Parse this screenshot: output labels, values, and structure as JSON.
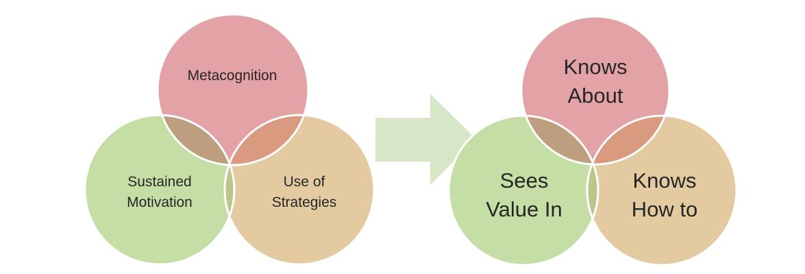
{
  "left_diagram": {
    "top": {
      "label": "Metacognition"
    },
    "left": {
      "line1": "Sustained",
      "line2": "Motivation"
    },
    "right": {
      "line1": "Use of",
      "line2": "Strategies"
    }
  },
  "right_diagram": {
    "top": {
      "line1": "Knows",
      "line2": "About"
    },
    "left": {
      "line1": "Sees",
      "line2": "Value In"
    },
    "right": {
      "line1": "Knows",
      "line2": "How to"
    }
  },
  "colors": {
    "red_circle": "#e3a3a6",
    "green_circle": "#c5dea5",
    "tan_circle": "#e3caa0",
    "red_green_overlap": "#bd9f7f",
    "red_tan_overlap": "#d99a80",
    "green_tan_overlap": "#bec58a",
    "center_overlap": "#b4ae7a",
    "arrow": "#d7e6c6",
    "outline": "#ffffff"
  }
}
